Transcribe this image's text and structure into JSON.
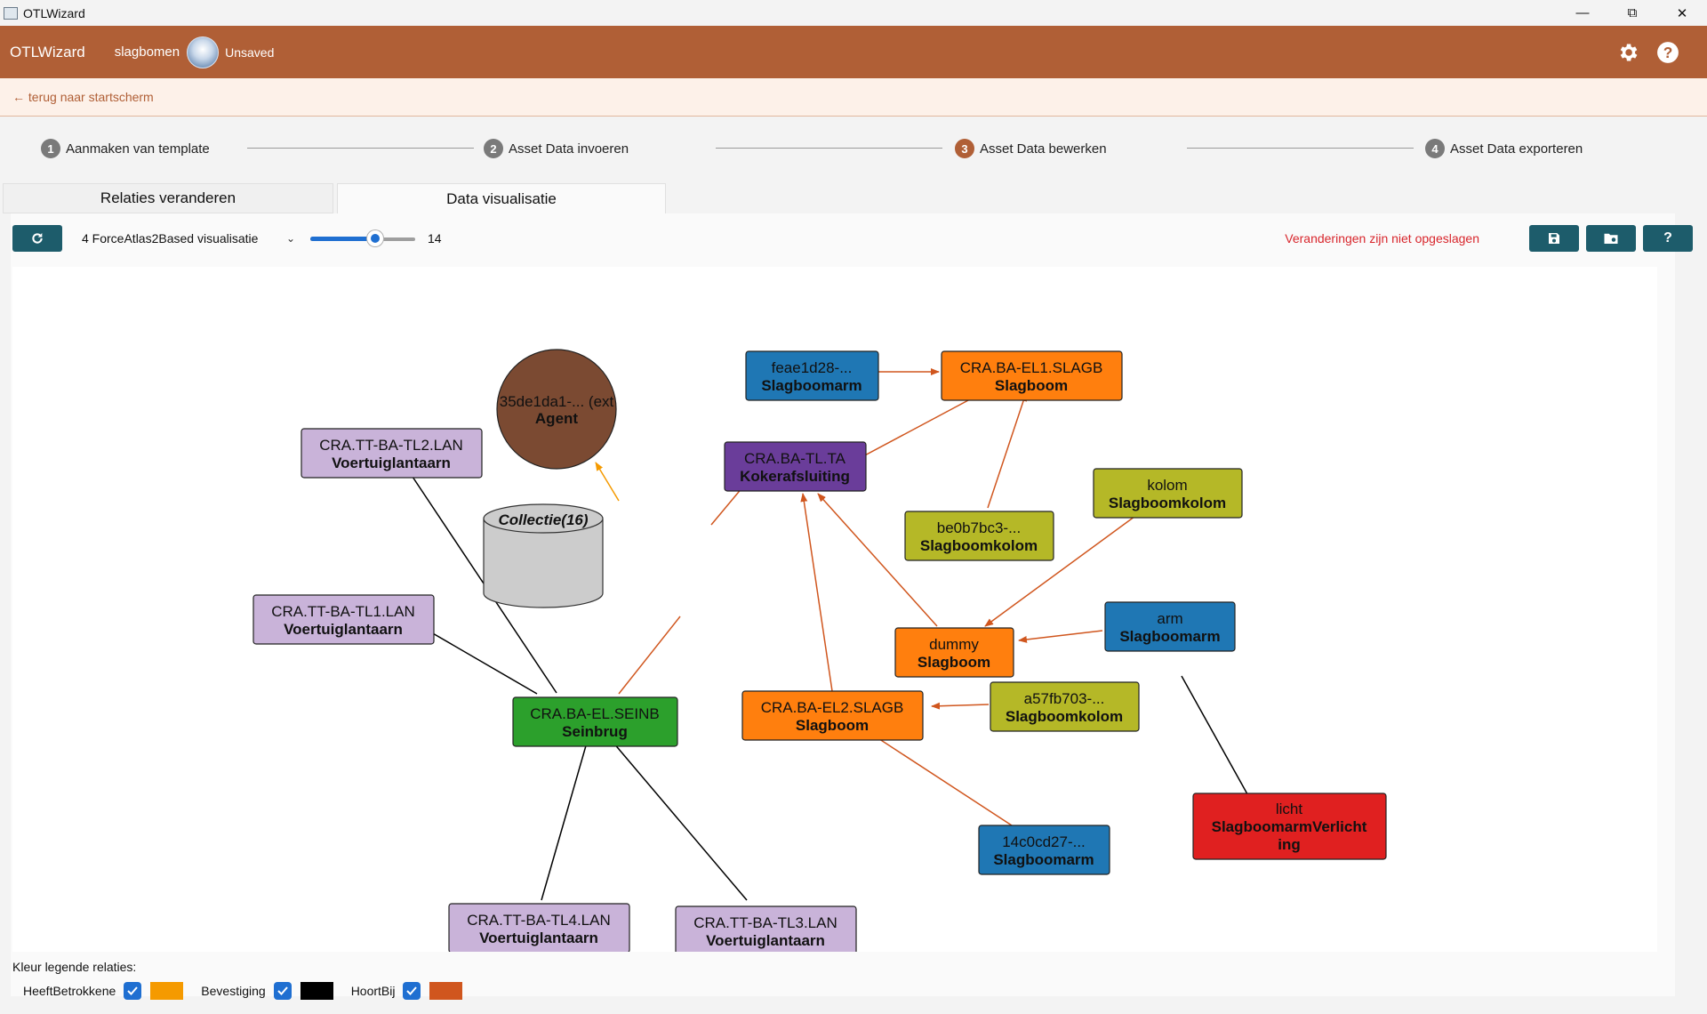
{
  "window": {
    "title": "OTLWizard"
  },
  "header": {
    "brand": "OTLWizard",
    "project": "slagbomen",
    "status": "Unsaved"
  },
  "back": {
    "label": "← terug naar startscherm"
  },
  "steps": [
    {
      "num": "1",
      "label": "Aanmaken van template"
    },
    {
      "num": "2",
      "label": "Asset Data invoeren"
    },
    {
      "num": "3",
      "label": "Asset Data bewerken"
    },
    {
      "num": "4",
      "label": "Asset Data exporteren"
    }
  ],
  "tabs": [
    {
      "label": "Relaties veranderen"
    },
    {
      "label": "Data visualisatie"
    }
  ],
  "toolbar": {
    "layout_select": "4 ForceAtlas2Based visualisatie",
    "slider_value": "14",
    "slider_fraction": 0.62,
    "unsaved_message": "Veranderingen zijn niet opgeslagen"
  },
  "graph": {
    "nodes": {
      "agent": {
        "line1": "35de1da1-... (ext",
        "line2": "Agent",
        "color": "#7b4a32"
      },
      "collectie": {
        "line1": "Collectie(16)",
        "color": "#cccccc"
      },
      "tl2": {
        "line1": "CRA.TT-BA-TL2.LAN",
        "line2": "Voertuiglantaarn",
        "color": "#c9b3d9"
      },
      "tl1": {
        "line1": "CRA.TT-BA-TL1.LAN",
        "line2": "Voertuiglantaarn",
        "color": "#c9b3d9"
      },
      "tl4": {
        "line1": "CRA.TT-BA-TL4.LAN",
        "line2": "Voertuiglantaarn",
        "color": "#c9b3d9"
      },
      "tl3": {
        "line1": "CRA.TT-BA-TL3.LAN",
        "line2": "Voertuiglantaarn",
        "color": "#c9b3d9"
      },
      "seinb": {
        "line1": "CRA.BA-EL.SEINB",
        "line2": "Seinbrug",
        "color": "#2ca02c"
      },
      "feae": {
        "line1": "feae1d28-...",
        "line2": "Slagboomarm",
        "color": "#1f77b4"
      },
      "el1": {
        "line1": "CRA.BA-EL1.SLAGB",
        "line2": "Slagboom",
        "color": "#ff7f0e"
      },
      "kokers": {
        "line1": "CRA.BA-TL.TA",
        "line2": "Kokerafsluiting",
        "color": "#6a3d9a"
      },
      "be0b": {
        "line1": "be0b7bc3-...",
        "line2": "Slagboomkolom",
        "color": "#b5b827"
      },
      "kolom": {
        "line1": "kolom",
        "line2": "Slagboomkolom",
        "color": "#b5b827"
      },
      "dummy": {
        "line1": "dummy",
        "line2": "Slagboom",
        "color": "#ff7f0e"
      },
      "arm": {
        "line1": "arm",
        "line2": "Slagboomarm",
        "color": "#1f77b4"
      },
      "el2": {
        "line1": "CRA.BA-EL2.SLAGB",
        "line2": "Slagboom",
        "color": "#ff7f0e"
      },
      "a57f": {
        "line1": "a57fb703-...",
        "line2": "Slagboomkolom",
        "color": "#b5b827"
      },
      "c14": {
        "line1": "14c0cd27-...",
        "line2": "Slagboomarm",
        "color": "#1f77b4"
      },
      "licht": {
        "line1": "licht",
        "line2": "SlagboomarmVerlicht",
        "line3": "ing",
        "color": "#e02020"
      }
    }
  },
  "legend": {
    "title": "Kleur legende relaties:",
    "items": [
      {
        "label": "HeeftBetrokkene",
        "color": "#f59a00"
      },
      {
        "label": "Bevestiging",
        "color": "#000000"
      },
      {
        "label": "HoortBij",
        "color": "#d0561e"
      }
    ]
  }
}
